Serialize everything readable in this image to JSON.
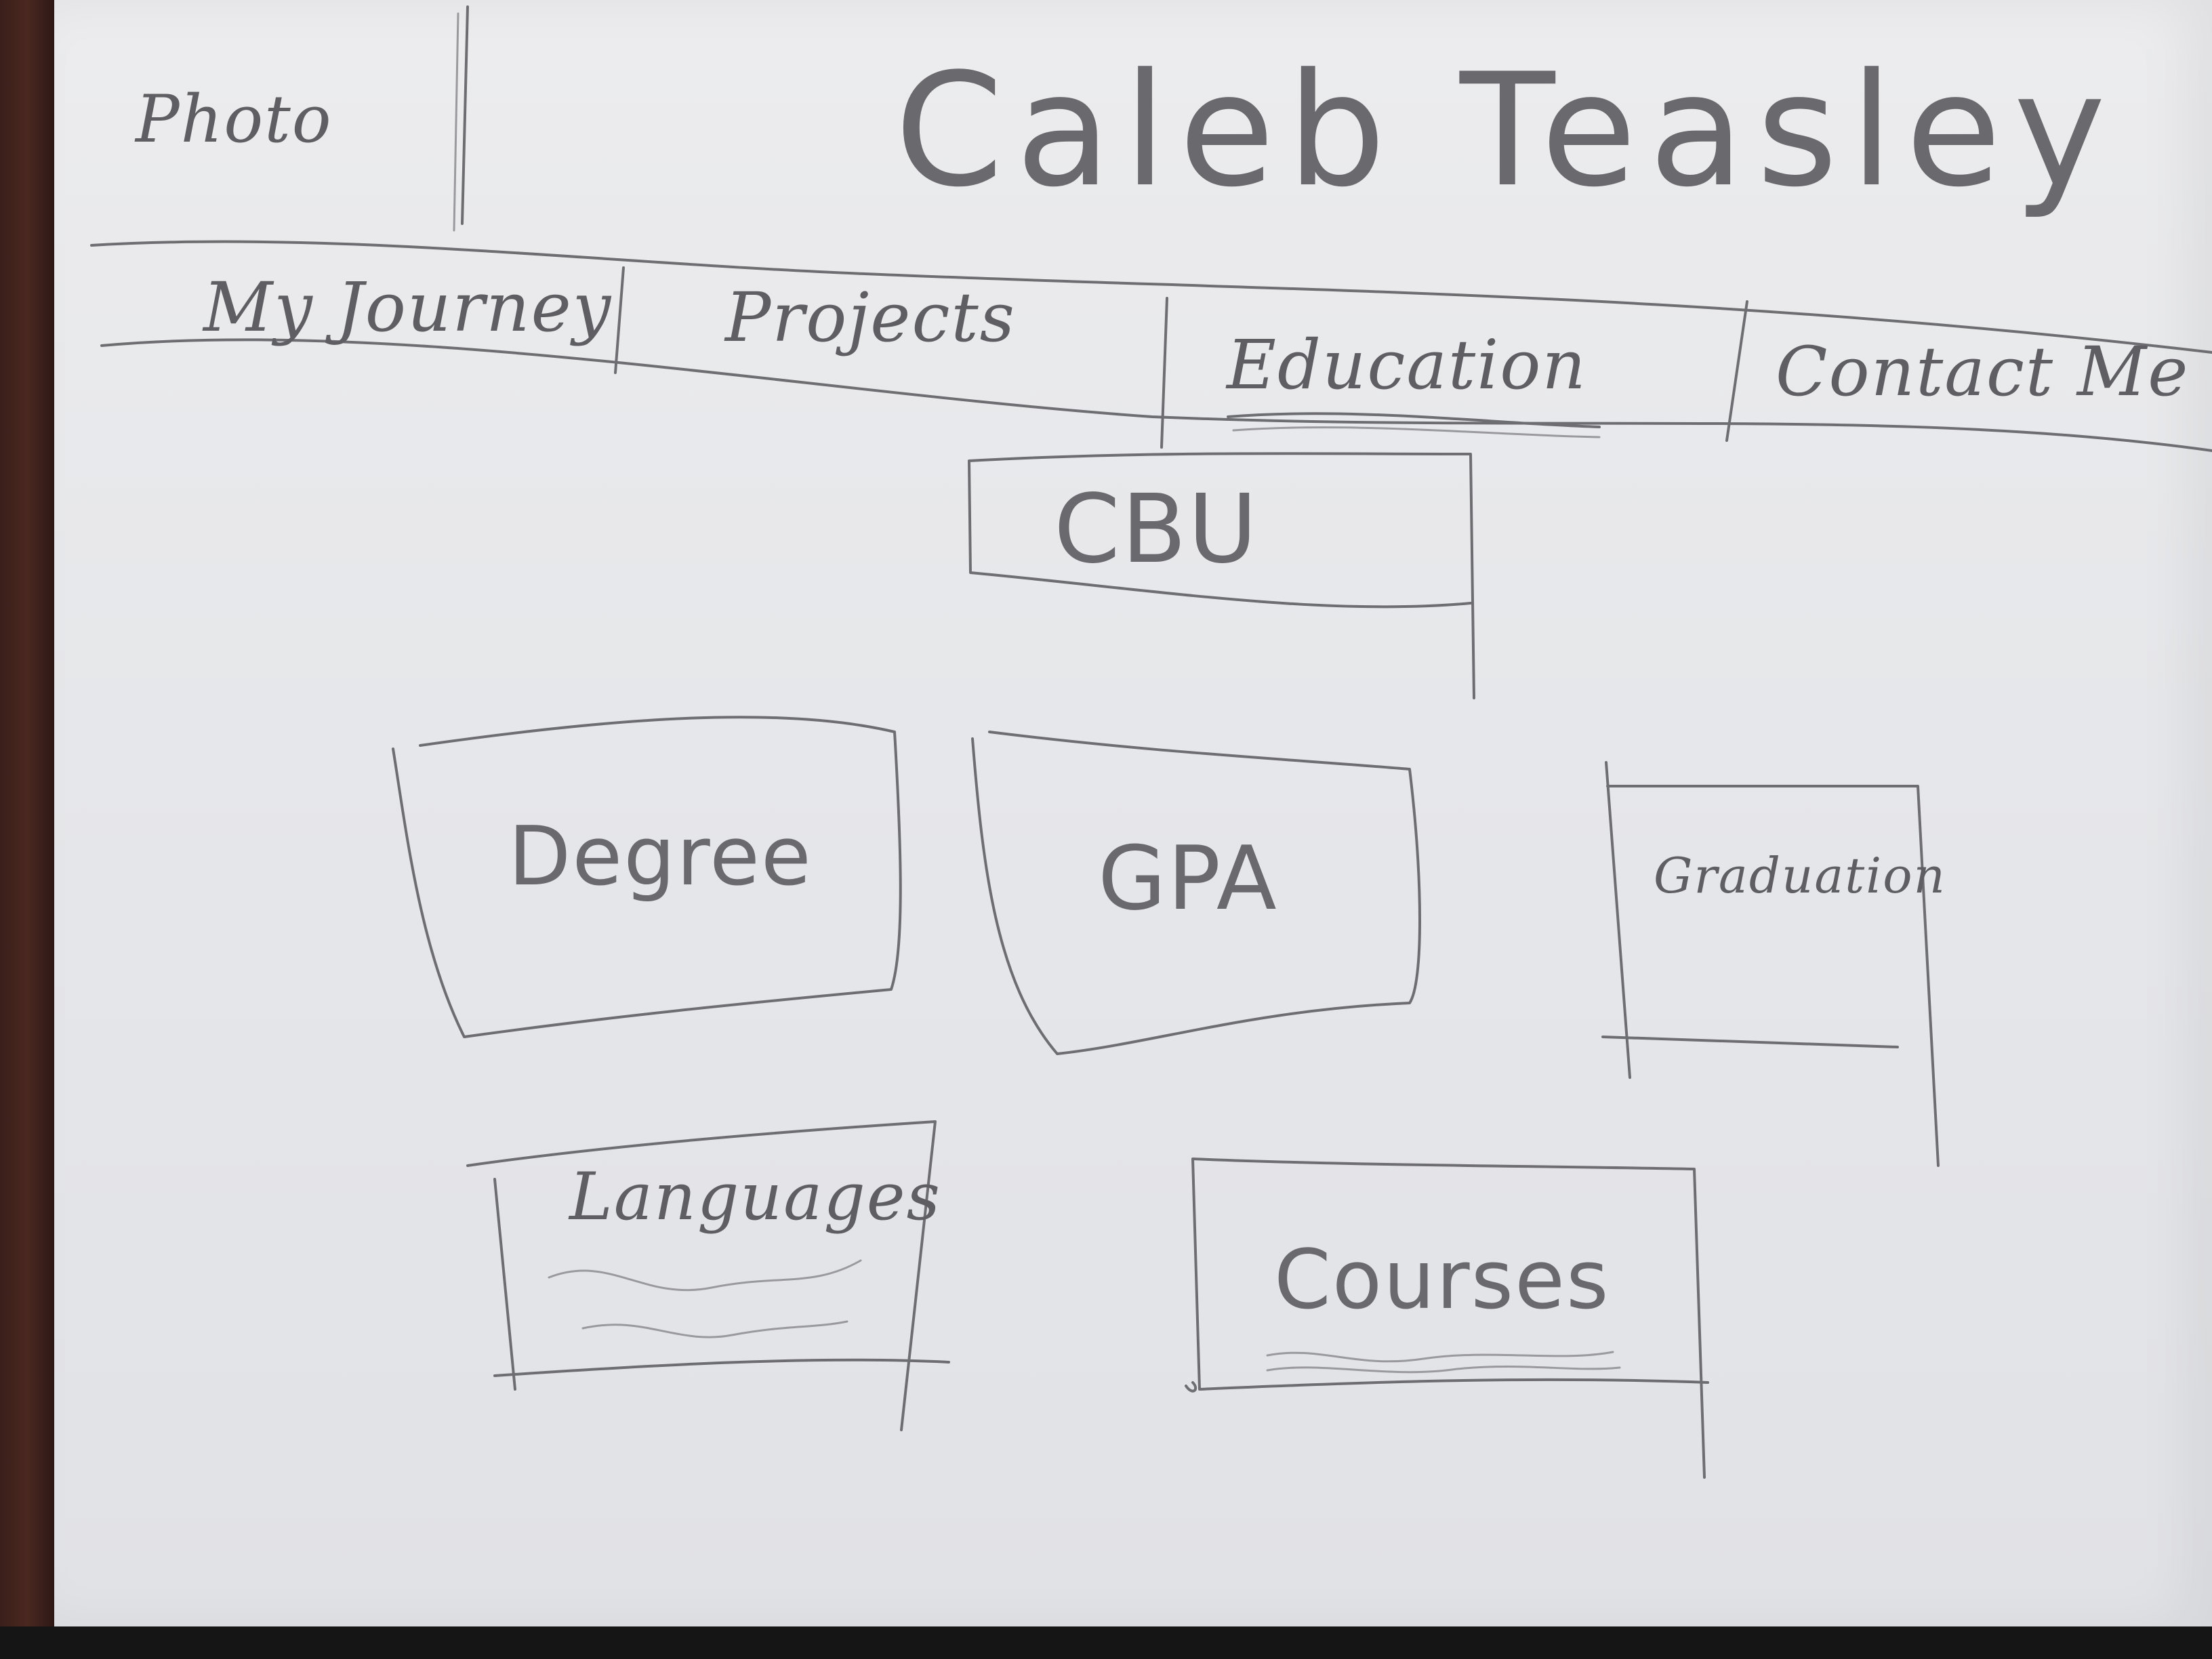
{
  "header": {
    "photo_label": "Photo",
    "name": "Caleb Teasley"
  },
  "nav": {
    "items": [
      {
        "label": "My Journey"
      },
      {
        "label": "Projects"
      },
      {
        "label": "Education"
      },
      {
        "label": "Contact Me"
      }
    ],
    "active": "Education"
  },
  "school": {
    "label": "CBU"
  },
  "cards": {
    "degree": "Degree",
    "gpa": "GPA",
    "graduation": "Graduation",
    "languages": "Languages",
    "courses": "Courses"
  }
}
